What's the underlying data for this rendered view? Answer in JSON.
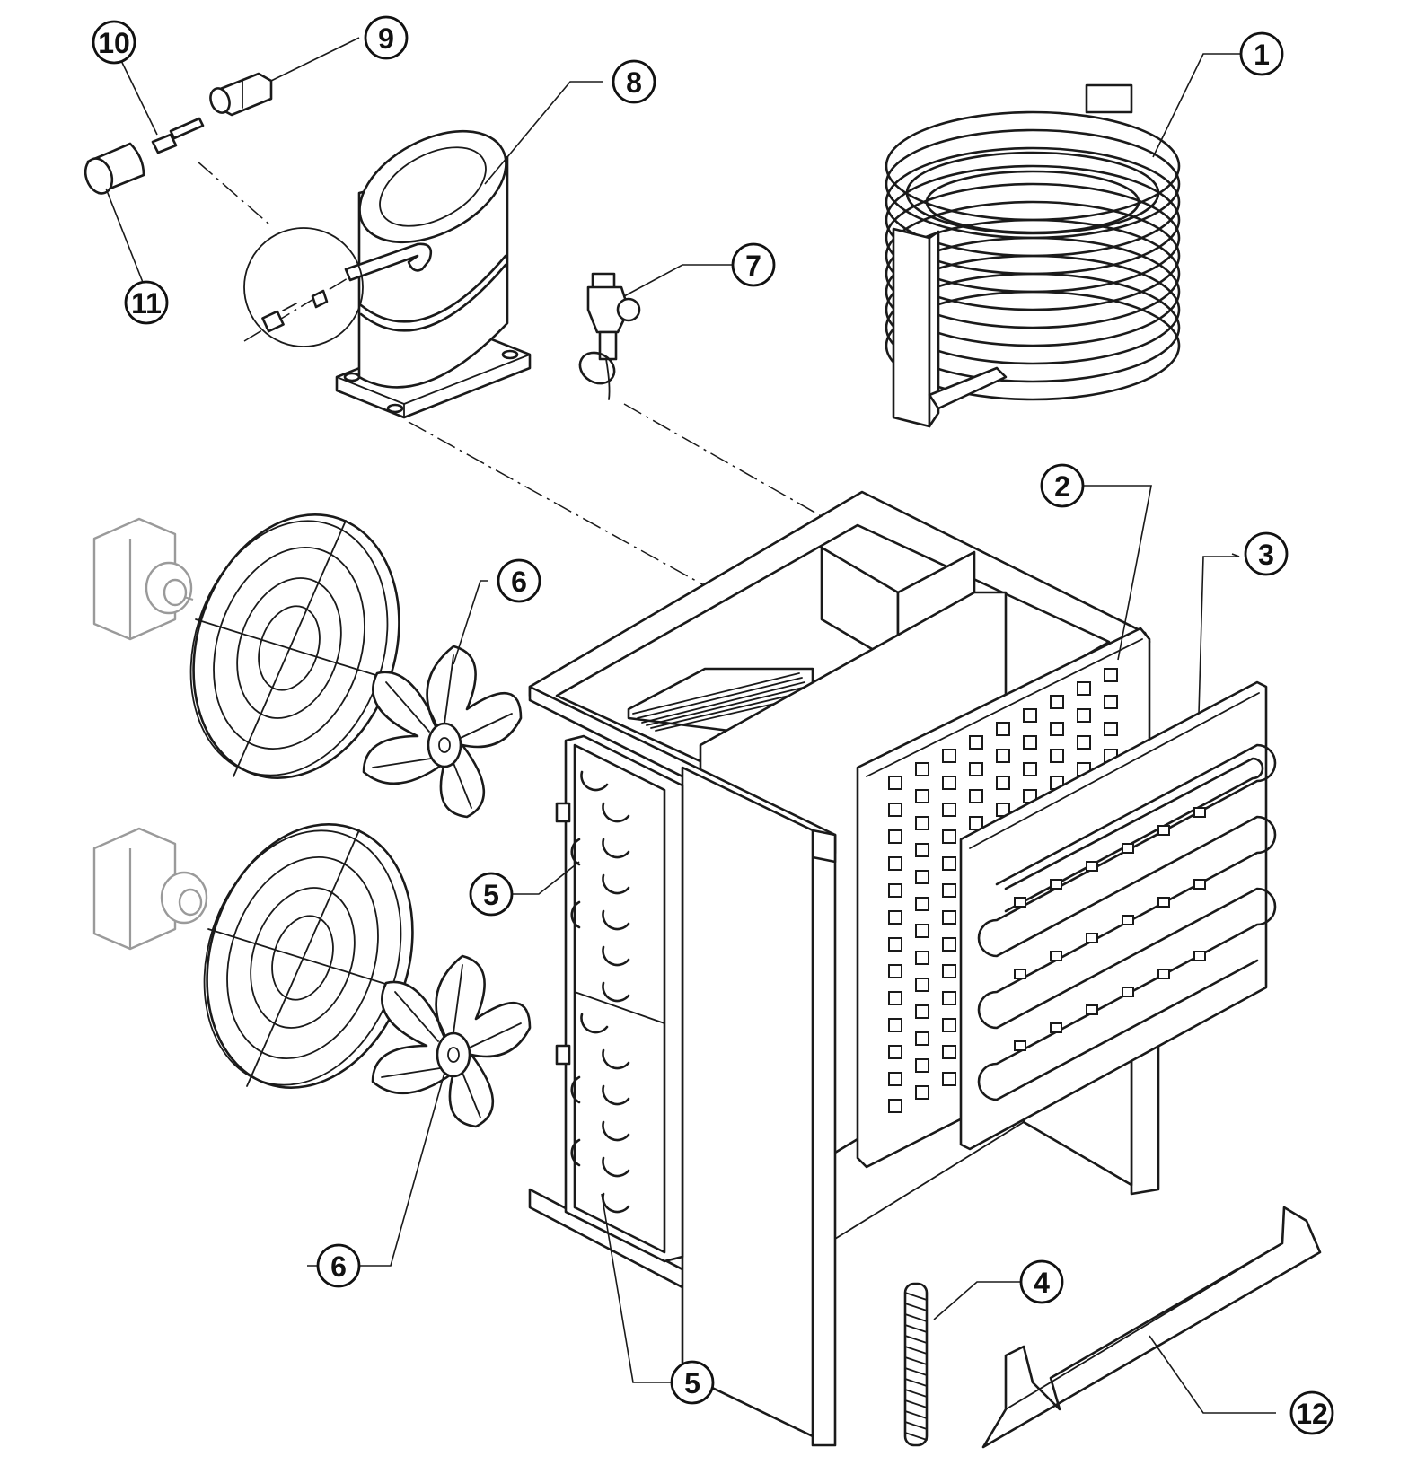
{
  "callouts": [
    {
      "id": "c1",
      "label": "1"
    },
    {
      "id": "c2",
      "label": "2"
    },
    {
      "id": "c3",
      "label": "3"
    },
    {
      "id": "c4",
      "label": "4"
    },
    {
      "id": "c5a",
      "label": "5"
    },
    {
      "id": "c5b",
      "label": "5"
    },
    {
      "id": "c6a",
      "label": "6"
    },
    {
      "id": "c6b",
      "label": "6"
    },
    {
      "id": "c7",
      "label": "7"
    },
    {
      "id": "c8",
      "label": "8"
    },
    {
      "id": "c9",
      "label": "9"
    },
    {
      "id": "c10",
      "label": "10"
    },
    {
      "id": "c11",
      "label": "11"
    },
    {
      "id": "c12",
      "label": "12"
    }
  ]
}
